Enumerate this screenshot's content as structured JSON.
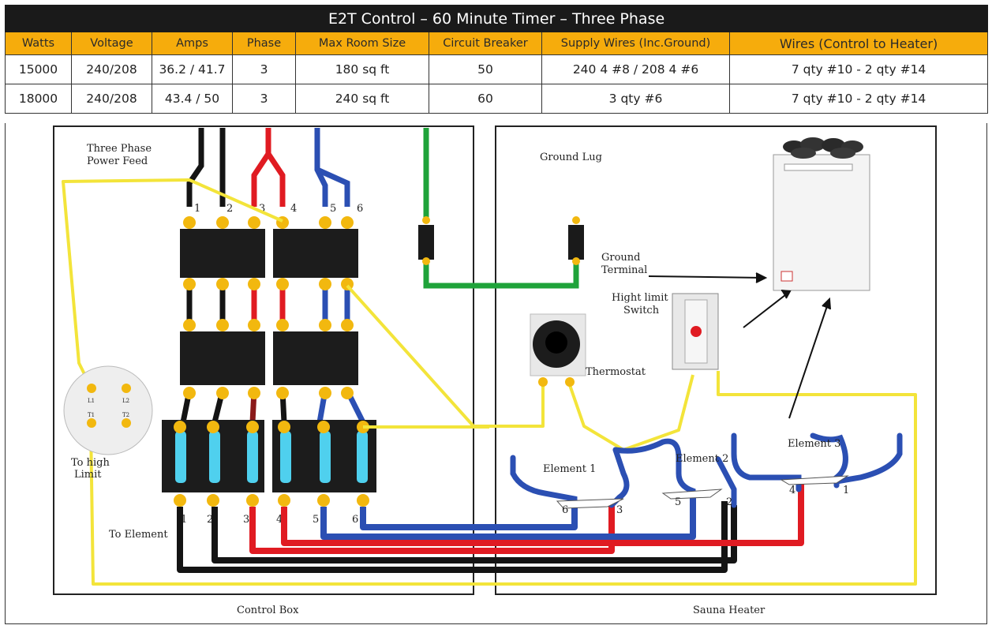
{
  "table": {
    "title": "E2T Control – 60 Minute Timer – Three Phase",
    "headers": [
      "Watts",
      "Voltage",
      "Amps",
      "Phase",
      "Max Room Size",
      "Circuit Breaker",
      "Supply Wires (Inc.Ground)",
      "Wires (Control to Heater)"
    ],
    "rows": [
      [
        "15000",
        "240/208",
        "36.2 / 41.7",
        "3",
        "180 sq ft",
        "50",
        "240 4 #8 / 208 4  #6",
        "7 qty #10 - 2 qty #14"
      ],
      [
        "18000",
        "240/208",
        "43.4 / 50",
        "3",
        "240 sq ft",
        "60",
        "3 qty #6",
        "7 qty #10 - 2 qty #14"
      ]
    ]
  },
  "diagram": {
    "labels": {
      "power_feed_1": "Three Phase",
      "power_feed_2": "Power Feed",
      "ground_lug": "Ground Lug",
      "ground_terminal_1": "Ground",
      "ground_terminal_2": "Terminal",
      "high_limit_1": "Hight limit",
      "high_limit_2": "Switch",
      "thermostat": "Thermostat",
      "element_1": "Element 1",
      "element_2": "Element 2",
      "element_3": "Element 3",
      "to_high_limit_1": "To high",
      "to_high_limit_2": "Limit",
      "to_element": "To Element",
      "control_box": "Control Box",
      "sauna_heater": "Sauna Heater"
    },
    "timer_terminals": [
      "L1",
      "L2",
      "T1",
      "T2"
    ],
    "contactor_terminals_top": [
      "1",
      "2",
      "3",
      "4",
      "5",
      "6"
    ],
    "contactor_terminals_bottom": [
      "1",
      "2",
      "3",
      "4",
      "5",
      "6"
    ],
    "element_terminals": [
      "6",
      "3",
      "5",
      "2",
      "4",
      "1"
    ],
    "wire_colors": {
      "black": "#141414",
      "red": "#e01b22",
      "blue": "#2b4fb3",
      "green": "#1fa33a",
      "yellow": "#f3e43a",
      "fuse": "#4fd0ee",
      "terminal": "#f2b80f"
    }
  }
}
